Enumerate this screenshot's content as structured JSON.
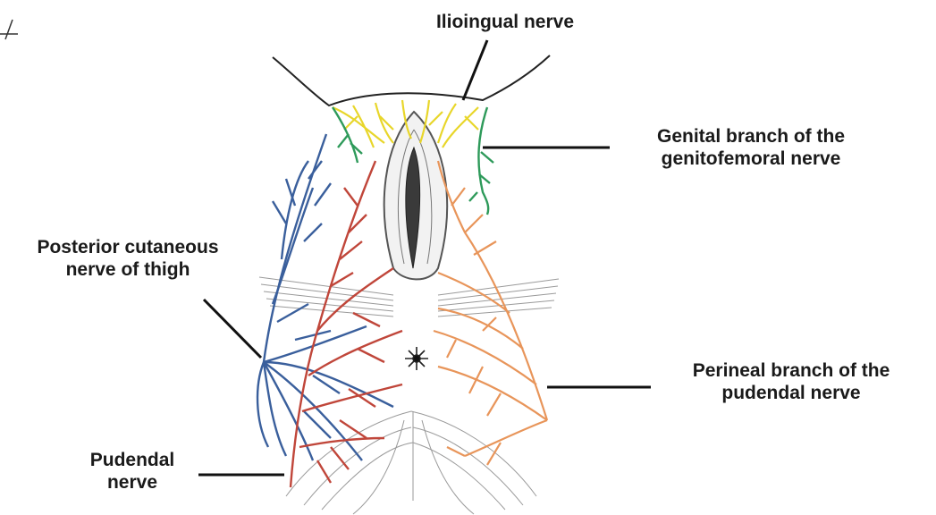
{
  "labels": {
    "ilioinguinal": {
      "line1": "Ilioingual nerve"
    },
    "genital": {
      "line1": "Genital branch of the",
      "line2": "genitofemoral nerve"
    },
    "posterior": {
      "line1": "Posterior cutaneous",
      "line2": "nerve of thigh"
    },
    "perineal": {
      "line1": "Perineal branch of the",
      "line2": "pudendal nerve"
    },
    "pudendal": {
      "line1": "Pudendal",
      "line2": "nerve"
    }
  },
  "colors": {
    "ilioinguinal": "#e8d62a",
    "genitofemoral": "#2e9a5a",
    "posterior_cutaneous": "#3a5f9c",
    "pudendal": "#c0463a",
    "perineal": "#e8955a",
    "anatomy_gray": "#9a9a9a",
    "leader": "#111111"
  },
  "icons": {
    "top_left_corner_mark": "pen-stroke-icon",
    "anus_mark": "starburst-icon"
  }
}
